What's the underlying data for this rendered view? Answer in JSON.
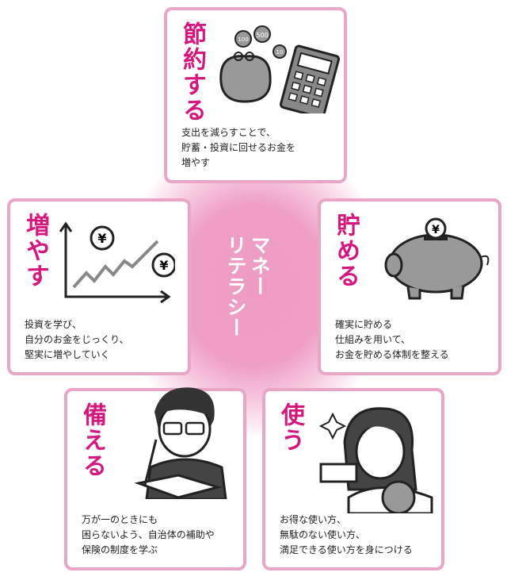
{
  "center": {
    "title_line1": "マネー",
    "title_line2": "リテラシー"
  },
  "cards": {
    "save": {
      "title": "節約する",
      "desc": [
        "支出を減らすことで、",
        "貯蓄・投資に回せるお金を",
        "増やす"
      ]
    },
    "grow": {
      "title": "増やす",
      "desc": [
        "投資を学び、",
        "自分のお金をじっくり、",
        "堅実に増やしていく"
      ]
    },
    "store": {
      "title": "貯める",
      "desc": [
        "確実に貯める",
        "仕組みを用いて、",
        "お金を貯める体制を整える"
      ]
    },
    "prepare": {
      "title": "備える",
      "desc": [
        "万が一のときにも",
        "困らないよう、自治体の補助や",
        "保険の制度を学ぶ"
      ]
    },
    "use": {
      "title": "使う",
      "desc": [
        "お得な使い方、",
        "無駄のない使い方、",
        "満足できる使い方を身につける"
      ]
    }
  },
  "icons": {
    "coin_labels": [
      "500",
      "100",
      "10"
    ],
    "yen": "¥"
  },
  "colors": {
    "accent": "#d4187f",
    "border": "#eaa6c6",
    "center": "#ee9cc3"
  }
}
